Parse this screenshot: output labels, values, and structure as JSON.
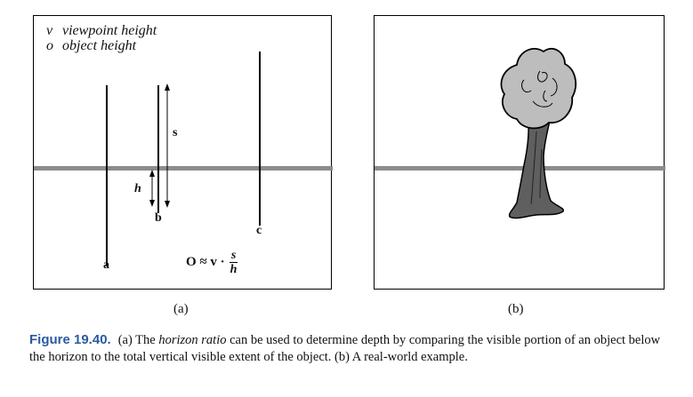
{
  "figure": {
    "number_label": "Figure 19.40.",
    "caption_parts": [
      {
        "text": "(a) The ",
        "italic": false
      },
      {
        "text": "horizon ratio",
        "italic": true
      },
      {
        "text": " can be used to determine depth by comparing the visible portion of an object below the horizon to the total vertical visible extent of the object. (b) A real-world example.",
        "italic": false
      }
    ]
  },
  "panel_a": {
    "legend": [
      {
        "key": "v",
        "text": "viewpoint height"
      },
      {
        "key": "o",
        "text": "object height"
      }
    ],
    "object_labels": {
      "a": "a",
      "b": "b",
      "c": "c"
    },
    "measure_labels": {
      "s": "s",
      "h": "h"
    },
    "formula": {
      "lhs": "O ≈ v ·",
      "numerator": "s",
      "denominator": "h"
    },
    "sub_label": "(a)"
  },
  "panel_b": {
    "sub_label": "(b)"
  },
  "colors": {
    "horizon": "#8c8c8c",
    "caption_label": "#2c5aa0",
    "tree_crown": "#bdbdbd",
    "tree_trunk": "#5f5f5f"
  }
}
